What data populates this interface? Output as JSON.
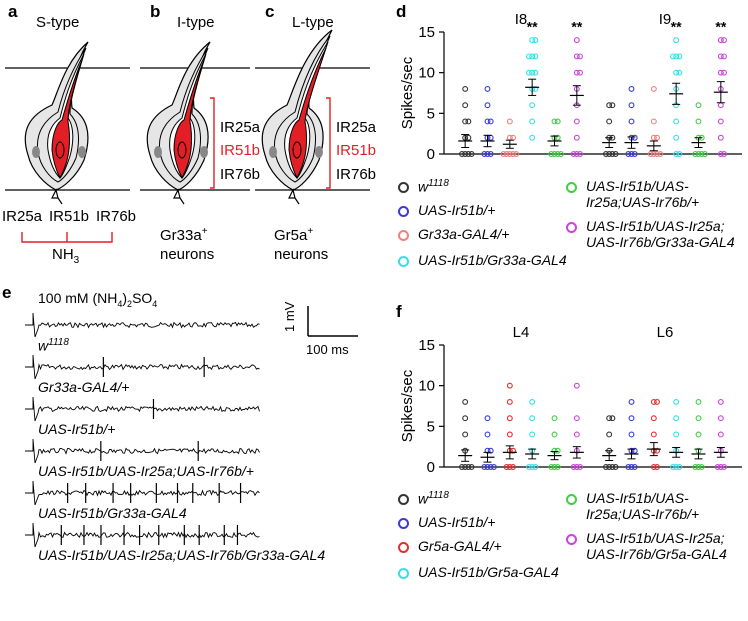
{
  "panels": {
    "a": {
      "letter": "a",
      "title": "S-type",
      "receptors": [
        "IR25a",
        "IR51b",
        "IR76b"
      ],
      "ligand": "NH",
      "ligand_sub": "3"
    },
    "b": {
      "letter": "b",
      "title": "I-type",
      "labels": [
        "IR25a",
        "IR51b",
        "IR76b"
      ],
      "neuron_line1": "Gr33a",
      "neuron_sup": "+",
      "neuron_line2": "neurons"
    },
    "c": {
      "letter": "c",
      "title": "L-type",
      "labels": [
        "IR25a",
        "IR51b",
        "IR76b"
      ],
      "neuron_line1": "Gr5a",
      "neuron_sup": "+",
      "neuron_line2": "neurons"
    },
    "d": {
      "letter": "d"
    },
    "e": {
      "letter": "e",
      "stimulus_prefix": "100 mM (NH",
      "stimulus_sub1": "4",
      "stimulus_mid": ")",
      "stimulus_sub2": "2",
      "stimulus_suffix": "SO",
      "stimulus_sub3": "4",
      "scale_v": "1 mV",
      "scale_t": "100 ms",
      "traces": [
        {
          "label": "w",
          "sup": "1118",
          "spikes": 0
        },
        {
          "label": "Gr33a-GAL4/+",
          "sup": "",
          "spikes": 2
        },
        {
          "label": "UAS-Ir51b/+",
          "sup": "",
          "spikes": 1
        },
        {
          "label": "UAS-Ir51b/UAS-Ir25a;UAS-Ir76b/+",
          "sup": "",
          "spikes": 2
        },
        {
          "label": "UAS-Ir51b/Gr33a-GAL4",
          "sup": "",
          "spikes": 9
        },
        {
          "label": "UAS-Ir51b/UAS-Ir25a;UAS-Ir76b/Gr33a-GAL4",
          "sup": "",
          "spikes": 10
        }
      ]
    },
    "f": {
      "letter": "f"
    }
  },
  "colors": {
    "black": "#333333",
    "blue": "#3b3bd8",
    "salmon": "#f08080",
    "red": "#e03030",
    "cyan": "#33e0e8",
    "green": "#44cc44",
    "magenta": "#cc44dd",
    "accent_red": "#e41e26"
  },
  "chart_data": [
    {
      "type": "scatter",
      "panel": "d",
      "ylabel": "Spikes/sec",
      "ylim": [
        0,
        15
      ],
      "yticks": [
        "0",
        "5",
        "10",
        "15"
      ],
      "groups": [
        {
          "label": "I8",
          "series": [
            {
              "values": [
                0,
                0,
                0,
                0,
                2,
                2,
                4,
                4,
                6,
                8
              ],
              "mean": 1.6,
              "sem": 0.8,
              "sig": ""
            },
            {
              "values": [
                0,
                0,
                0,
                2,
                2,
                4,
                4,
                6,
                8
              ],
              "mean": 1.6,
              "sem": 0.7,
              "sig": ""
            },
            {
              "values": [
                0,
                0,
                0,
                0,
                0,
                2,
                2,
                4
              ],
              "mean": 1.2,
              "sem": 0.5,
              "sig": ""
            },
            {
              "values": [
                2,
                4,
                6,
                8,
                8,
                10,
                10,
                10,
                12,
                12,
                12,
                14,
                14
              ],
              "mean": 8.2,
              "sem": 1.0,
              "sig": "**"
            },
            {
              "values": [
                0,
                0,
                0,
                0,
                2,
                2,
                4,
                4
              ],
              "mean": 1.6,
              "sem": 0.6,
              "sig": ""
            },
            {
              "values": [
                0,
                0,
                0,
                2,
                4,
                6,
                8,
                10,
                10,
                12,
                12,
                14
              ],
              "mean": 7.2,
              "sem": 1.2,
              "sig": "**"
            }
          ]
        },
        {
          "label": "I9",
          "series": [
            {
              "values": [
                0,
                0,
                0,
                0,
                2,
                2,
                4,
                6,
                6
              ],
              "mean": 1.4,
              "sem": 0.6,
              "sig": ""
            },
            {
              "values": [
                0,
                0,
                0,
                2,
                2,
                4,
                6,
                8
              ],
              "mean": 1.4,
              "sem": 0.7,
              "sig": ""
            },
            {
              "values": [
                0,
                0,
                0,
                0,
                2,
                2,
                4,
                8
              ],
              "mean": 1.0,
              "sem": 0.6,
              "sig": ""
            },
            {
              "values": [
                0,
                0,
                2,
                4,
                6,
                8,
                10,
                10,
                12,
                12,
                12,
                14
              ],
              "mean": 7.4,
              "sem": 1.3,
              "sig": "**"
            },
            {
              "values": [
                0,
                0,
                0,
                0,
                2,
                2,
                4,
                6
              ],
              "mean": 1.4,
              "sem": 0.6,
              "sig": ""
            },
            {
              "values": [
                0,
                0,
                2,
                4,
                6,
                8,
                10,
                10,
                12,
                12,
                14,
                14
              ],
              "mean": 7.6,
              "sem": 1.3,
              "sig": "**"
            }
          ]
        }
      ],
      "legend": [
        {
          "label": "w",
          "sup": "1118",
          "color": "#333333"
        },
        {
          "label": "UAS-Ir51b/+",
          "color": "#3b3bd8"
        },
        {
          "label": "Gr33a-GAL4/+",
          "color": "#f08080"
        },
        {
          "label": "UAS-Ir51b/Gr33a-GAL4",
          "color": "#33e0e8"
        },
        {
          "label": "UAS-Ir51b/UAS-",
          "label2": "Ir25a;UAS-Ir76b/+",
          "color": "#44cc44"
        },
        {
          "label": "UAS-Ir51b/UAS-Ir25a;",
          "label2": "UAS-Ir76b/Gr33a-GAL4",
          "color": "#cc44dd"
        }
      ]
    },
    {
      "type": "scatter",
      "panel": "f",
      "ylabel": "Spikes/sec",
      "ylim": [
        0,
        15
      ],
      "yticks": [
        "0",
        "5",
        "10",
        "15"
      ],
      "groups": [
        {
          "label": "L4",
          "series": [
            {
              "values": [
                0,
                0,
                0,
                0,
                2,
                4,
                6,
                8
              ],
              "mean": 1.4,
              "sem": 0.7,
              "sig": ""
            },
            {
              "values": [
                0,
                0,
                0,
                0,
                2,
                2,
                4,
                6
              ],
              "mean": 1.2,
              "sem": 0.6,
              "sig": ""
            },
            {
              "values": [
                0,
                0,
                0,
                2,
                2,
                4,
                6,
                8,
                10
              ],
              "mean": 1.8,
              "sem": 0.8,
              "sig": ""
            },
            {
              "values": [
                0,
                0,
                0,
                2,
                4,
                6,
                8
              ],
              "mean": 1.6,
              "sem": 0.6,
              "sig": ""
            },
            {
              "values": [
                0,
                0,
                0,
                2,
                2,
                4,
                6
              ],
              "mean": 1.4,
              "sem": 0.5,
              "sig": ""
            },
            {
              "values": [
                0,
                0,
                0,
                2,
                4,
                6,
                10
              ],
              "mean": 1.8,
              "sem": 0.7,
              "sig": ""
            }
          ]
        },
        {
          "label": "L6",
          "series": [
            {
              "values": [
                0,
                0,
                0,
                0,
                2,
                4,
                6,
                6
              ],
              "mean": 1.4,
              "sem": 0.6,
              "sig": ""
            },
            {
              "values": [
                0,
                0,
                0,
                2,
                2,
                4,
                6,
                8
              ],
              "mean": 1.6,
              "sem": 0.6,
              "sig": ""
            },
            {
              "values": [
                0,
                0,
                2,
                2,
                4,
                6,
                8,
                8
              ],
              "mean": 2.2,
              "sem": 0.8,
              "sig": ""
            },
            {
              "values": [
                0,
                0,
                0,
                2,
                4,
                6,
                8
              ],
              "mean": 1.8,
              "sem": 0.6,
              "sig": ""
            },
            {
              "values": [
                0,
                0,
                0,
                2,
                4,
                6,
                8
              ],
              "mean": 1.6,
              "sem": 0.6,
              "sig": ""
            },
            {
              "values": [
                0,
                0,
                0,
                2,
                4,
                6,
                8
              ],
              "mean": 1.8,
              "sem": 0.6,
              "sig": ""
            }
          ]
        }
      ],
      "legend": [
        {
          "label": "w",
          "sup": "1118",
          "color": "#333333"
        },
        {
          "label": "UAS-Ir51b/+",
          "color": "#3b3bd8"
        },
        {
          "label": "Gr5a-GAL4/+",
          "color": "#e03030"
        },
        {
          "label": "UAS-Ir51b/Gr5a-GAL4",
          "color": "#33e0e8"
        },
        {
          "label": "UAS-Ir51b/UAS-",
          "label2": "Ir25a;UAS-Ir76b/+",
          "color": "#44cc44"
        },
        {
          "label": "UAS-Ir51b/UAS-Ir25a;",
          "label2": "UAS-Ir76b/Gr5a-GAL4",
          "color": "#cc44dd"
        }
      ]
    }
  ]
}
